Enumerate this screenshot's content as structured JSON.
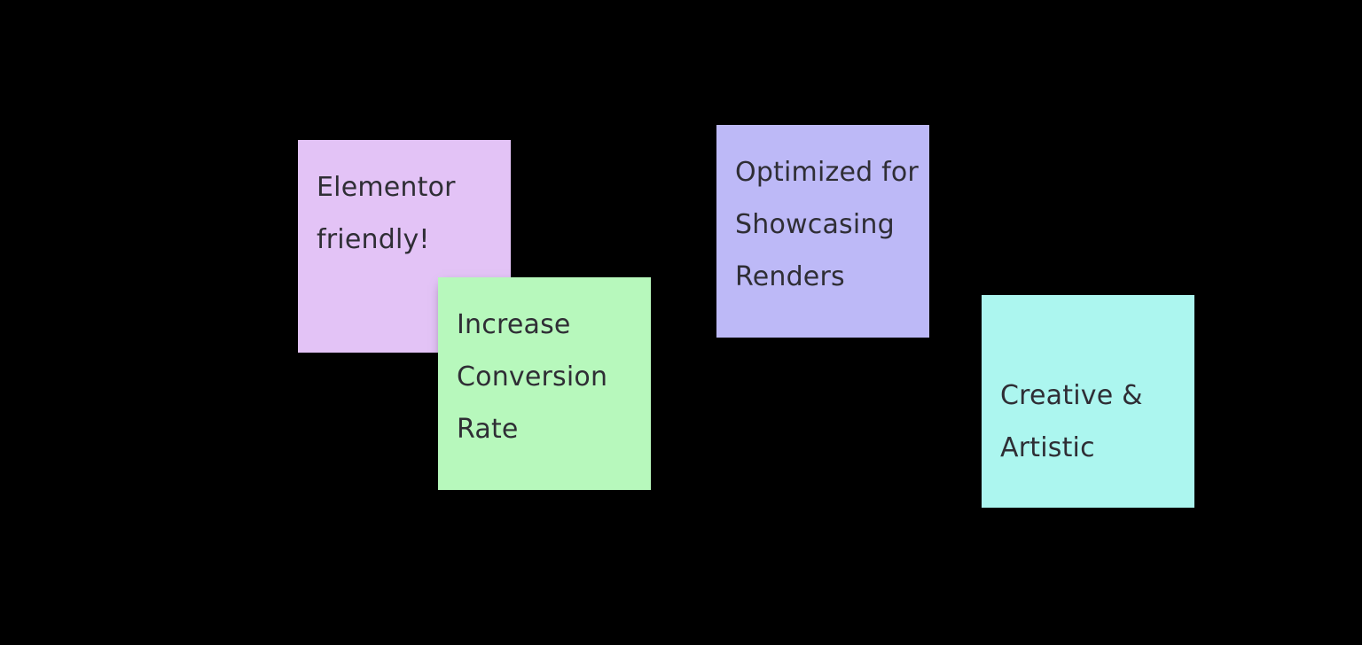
{
  "board": {
    "background_color": "#000000",
    "text_color": "#2f2e35",
    "notes": [
      {
        "id": "elementor-friendly",
        "color": "#e3c3f6",
        "text": "Elementor friendly!",
        "lines": [
          "Elementor",
          "friendly!"
        ]
      },
      {
        "id": "increase-conversion-rate",
        "color": "#b7f8bc",
        "text": "Increase Conversion Rate",
        "lines": [
          "Increase",
          "Conversion",
          "Rate"
        ]
      },
      {
        "id": "optimized-for-showcasing-renders",
        "color": "#bdb9f7",
        "text": "Optimized for Showcasing Renders",
        "lines": [
          "Optimized for",
          "Showcasing",
          "Renders"
        ]
      },
      {
        "id": "creative-artistic",
        "color": "#acf6ef",
        "text": "Creative & Artistic",
        "lines": [
          "Creative &",
          "Artistic"
        ]
      }
    ]
  }
}
